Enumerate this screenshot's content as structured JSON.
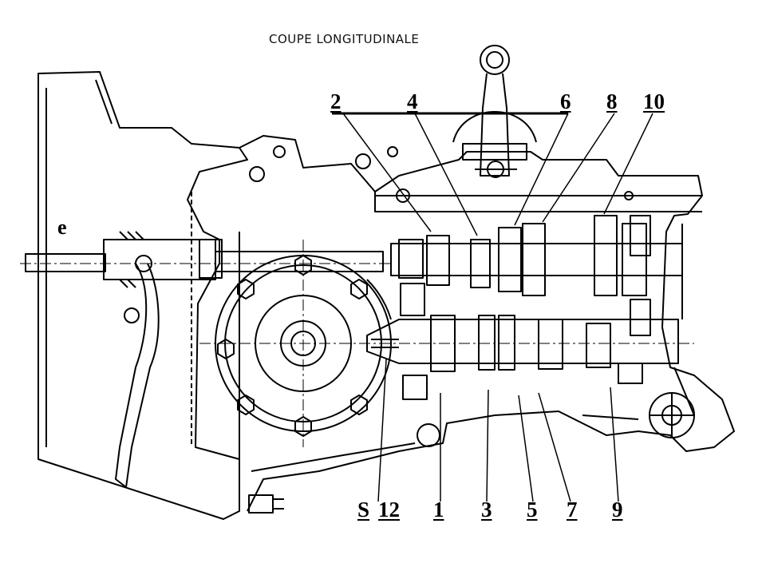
{
  "diagram": {
    "title": "COUPE LONGITUDINALE",
    "labels_top": [
      "2",
      "4",
      "6",
      "8",
      "10"
    ],
    "labels_bottom": [
      "S",
      "12",
      "1",
      "3",
      "5",
      "7",
      "9"
    ],
    "label_left": "e"
  }
}
